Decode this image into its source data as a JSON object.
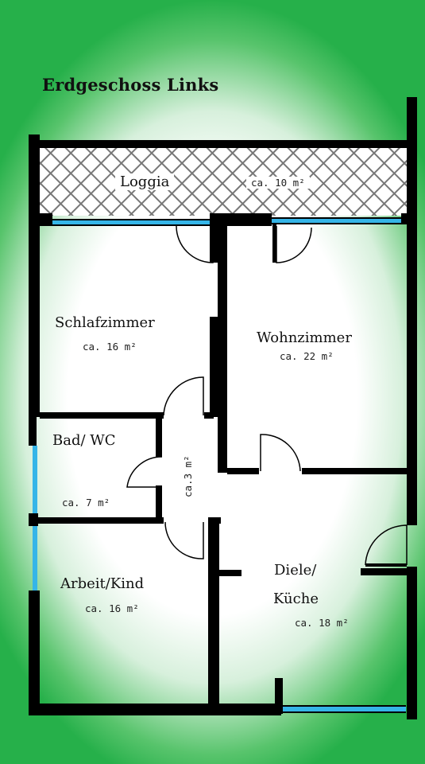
{
  "title": "Erdgeschoss Links",
  "rooms": {
    "loggia": {
      "name": "Loggia",
      "area": "ca. 10 m²"
    },
    "schlafzimmer": {
      "name": "Schlafzimmer",
      "area": "ca. 16 m²"
    },
    "wohnzimmer": {
      "name": "Wohnzimmer",
      "area": "ca. 22 m²"
    },
    "bad": {
      "name": "Bad/ WC",
      "area": "ca. 7 m²"
    },
    "flur": {
      "area": "ca.3 m²"
    },
    "arbeit": {
      "name": "Arbeit/Kind",
      "area": "ca. 16 m²"
    },
    "diele": {
      "name_line1": "Diele/",
      "name_line2": "Küche",
      "area": "ca. 18 m²"
    }
  },
  "colors": {
    "wall": "#000000",
    "window": "#35b5e8",
    "background_edge": "#26b04a",
    "hatch": "#7a7a7a"
  }
}
